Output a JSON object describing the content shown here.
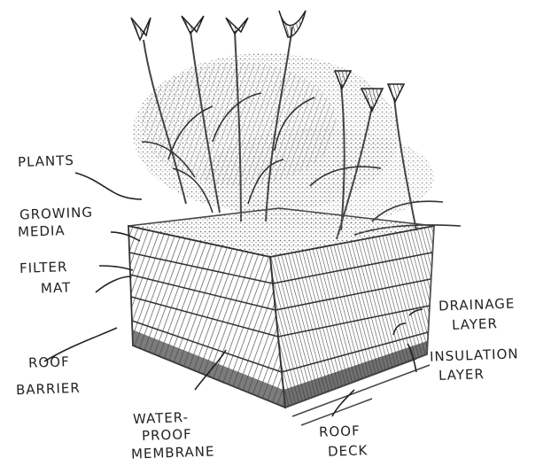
{
  "labels": {
    "plants": "PLANTS",
    "growing_media_1": "GROWING",
    "growing_media_2": "MEDIA",
    "filter_mat_1": "FILTER",
    "filter_mat_2": "MAT",
    "roof_barrier_1": "ROOF",
    "roof_barrier_2": "BARRIER",
    "drainage_layer_1": "DRAINAGE",
    "drainage_layer_2": "LAYER",
    "insulation_layer_1": "INSULATION",
    "insulation_layer_2": "LAYER",
    "waterproof_1": "WATER-",
    "waterproof_2": "PROOF",
    "waterproof_3": "MEMBRANE",
    "roof_deck_1": "ROOF",
    "roof_deck_2": "DECK"
  },
  "colors": {
    "ink": "#222222",
    "pencil": "#555555",
    "shade": "#8a8a8a",
    "dark_shade": "#4a4a4a"
  }
}
